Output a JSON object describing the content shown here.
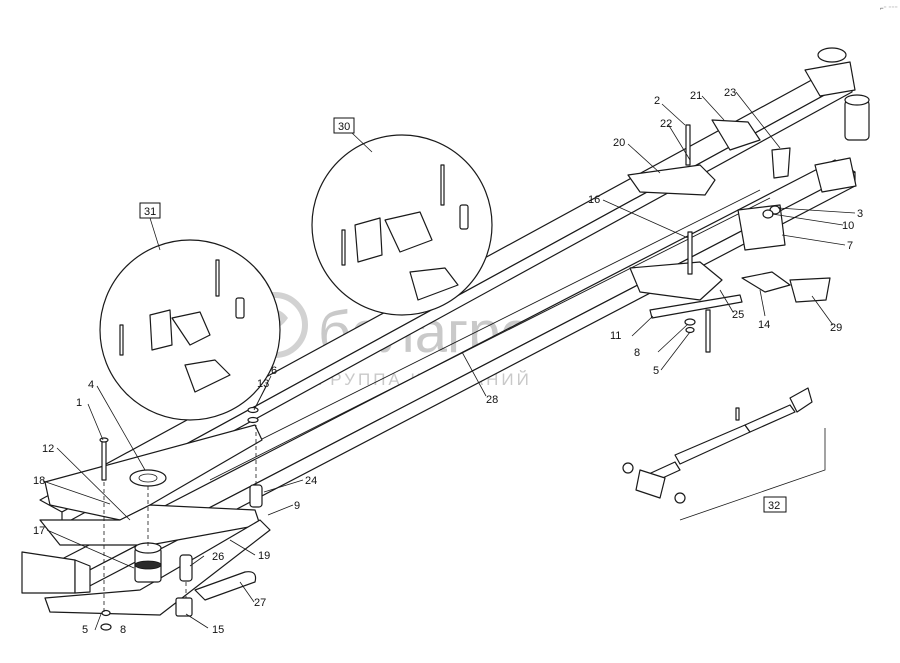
{
  "watermark": {
    "brand": "белагро",
    "tagline": "ГРУППА КОМПАНИЙ"
  },
  "corner_mark": "⌐⁻ ⁻⁻⁻",
  "detail_boxes": [
    "30",
    "31",
    "32"
  ],
  "callouts": [
    "1",
    "2",
    "3",
    "4",
    "5",
    "5",
    "6",
    "7",
    "8",
    "8",
    "9",
    "10",
    "11",
    "12",
    "13",
    "14",
    "15",
    "16",
    "17",
    "18",
    "19",
    "20",
    "21",
    "22",
    "23",
    "24",
    "25",
    "26",
    "27",
    "28",
    "29"
  ]
}
